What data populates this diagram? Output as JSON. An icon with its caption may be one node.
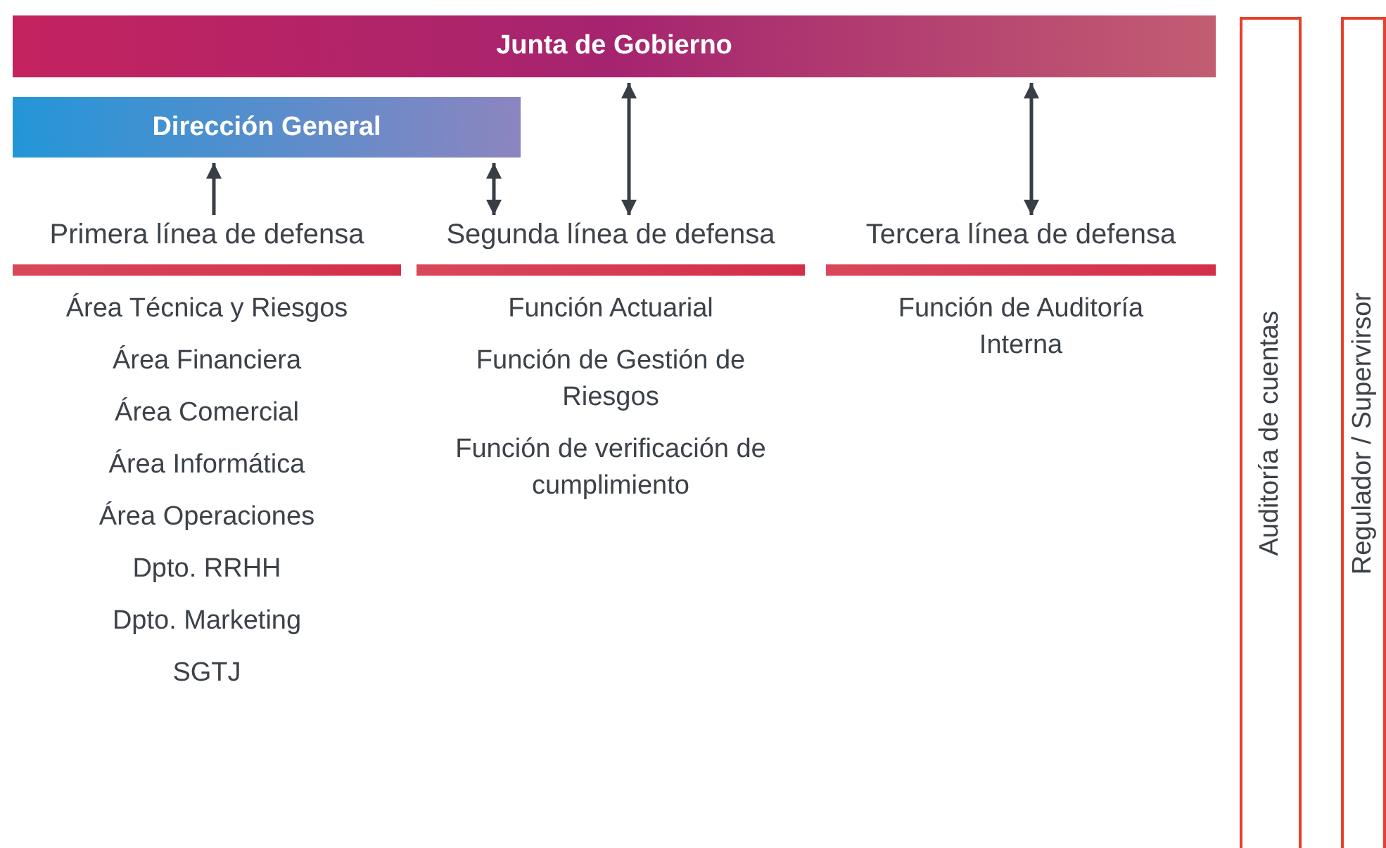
{
  "diagram": {
    "nodes": [
      {
        "text": [
          "Junta de Gobierno"
        ]
      },
      {
        "text": [
          "Dirección General"
        ]
      },
      {
        "text": [
          "Primera línea de defensa"
        ]
      },
      {
        "text": [
          "Área Técnica y Riesgos"
        ]
      },
      {
        "text": [
          "Área Financiera"
        ]
      },
      {
        "text": [
          "Área Comercial"
        ]
      },
      {
        "text": [
          "Área Informática"
        ]
      },
      {
        "text": [
          "Área Operaciones"
        ]
      },
      {
        "text": [
          "Dpto. RRHH"
        ]
      },
      {
        "text": [
          "Dpto. Marketing"
        ]
      },
      {
        "text": [
          "SGTJ"
        ]
      },
      {
        "text": [
          "Segunda línea de defensa"
        ]
      },
      {
        "text": [
          "Función Actuarial"
        ]
      },
      {
        "text": [
          "Función de Gestión de Riesgos"
        ]
      },
      {
        "text": [
          "Función de verificación de cumplimiento"
        ]
      },
      {
        "text": [
          "Tercera línea de defensa"
        ]
      },
      {
        "text": [
          "Función de Auditoría Interna"
        ]
      },
      {
        "text": [
          "Auditoría de cuentas"
        ]
      },
      {
        "text": [
          "Regulador / Supervirsor"
        ]
      }
    ],
    "edges": [
      {
        "from": 2,
        "to": 1,
        "arrow": "to"
      },
      {
        "from": 1,
        "to": 11,
        "arrow": "both"
      },
      {
        "from": 0,
        "to": 11,
        "arrow": "both"
      },
      {
        "from": 0,
        "to": 15,
        "arrow": "both"
      }
    ]
  }
}
